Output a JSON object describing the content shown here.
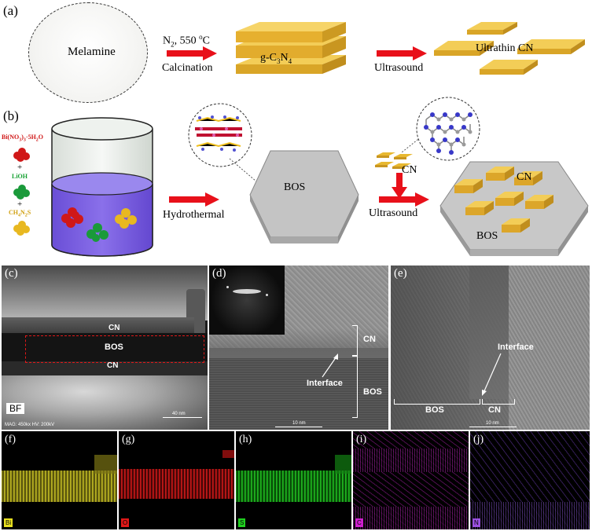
{
  "panels": {
    "a": {
      "label": "(a)",
      "melamine": "Melamine",
      "condition_line": "N",
      "condition_sub": "2",
      "condition_rest": ", 550 ",
      "condition_sup": "o",
      "condition_unit": "C",
      "calcination": "Calcination",
      "gcn_prefix": "g-C",
      "gcn_sub1": "3",
      "gcn_mid": "N",
      "gcn_sub2": "4",
      "ultrasound": "Ultrasound",
      "ultrathin": "Ultrathin CN"
    },
    "b": {
      "label": "(b)",
      "reagent1_a": "Bi(NO",
      "reagent1_b": "3",
      "reagent1_c": ")",
      "reagent1_d": "3",
      "reagent1_e": "·5H",
      "reagent1_f": "2",
      "reagent1_g": "O",
      "plus1": "+",
      "reagent2": "LiOH",
      "plus2": "+",
      "reagent3_a": "CH",
      "reagent3_b": "4",
      "reagent3_c": "N",
      "reagent3_d": "2",
      "reagent3_e": "S",
      "hydrothermal": "Hydrothermal",
      "bos": "BOS",
      "cn": "CN",
      "ultrasound": "Ultrasound",
      "composite_cn": "CN",
      "composite_bos": "BOS"
    },
    "c": {
      "label": "(c)",
      "cn_top": "CN",
      "bos": "BOS",
      "cn_bottom": "CN",
      "bf": "BF",
      "scale": "40 nm",
      "info": "MAG: 450kx  HV: 200kV"
    },
    "d": {
      "label": "(d)",
      "cn": "CN",
      "interface": "Interface",
      "bos": "BOS",
      "scale": "10 nm"
    },
    "e": {
      "label": "(e)",
      "interface": "Interface",
      "bos": "BOS",
      "cn": "CN",
      "scale": "10 nm"
    },
    "f": {
      "label": "(f)",
      "element": "Bi",
      "color": "#e8e020"
    },
    "g": {
      "label": "(g)",
      "element": "O",
      "color": "#e01818"
    },
    "h": {
      "label": "(h)",
      "element": "S",
      "color": "#20d020"
    },
    "i": {
      "label": "(i)",
      "element": "C",
      "color": "#d020d0"
    },
    "j": {
      "label": "(j)",
      "element": "N",
      "color": "#9a50e0"
    }
  },
  "colors": {
    "arrow": "#e8101a",
    "slab": "#f0c040",
    "beaker_liquid": "#8064e0",
    "hexagon": "#c4c4c4"
  }
}
